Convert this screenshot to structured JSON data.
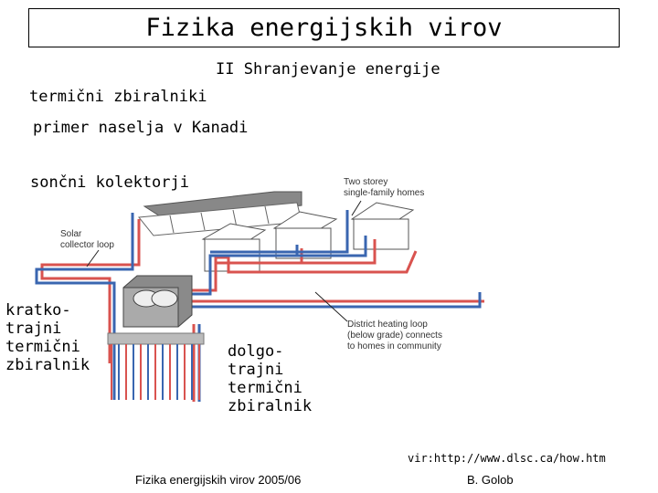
{
  "slide": {
    "title": "Fizika energijskih virov",
    "subtitle": "II Shranjevanje energije",
    "line1": "termični zbiralniki",
    "line2": "primer naselja v Kanadi",
    "line3": "sončni kolektorji",
    "short_term": "kratko-\ntrajni\ntermični\nzbiralnik",
    "long_term": "dolgo-\ntrajni\ntermični\nzbiralnik",
    "source": "vir:http://www.dlsc.ca/how.htm",
    "footer_left": "Fizika energijskih virov 2005/06",
    "footer_right": "B. Golob"
  },
  "diagram": {
    "label_homes_1": "Two storey",
    "label_homes_2": "single-family homes",
    "label_solar_1": "Solar",
    "label_solar_2": "collector loop",
    "label_district_1": "District heating loop",
    "label_district_2": "(below grade) connects",
    "label_district_3": "to homes in community",
    "hot_color": "#d9534f",
    "cold_color": "#3a66b0"
  }
}
